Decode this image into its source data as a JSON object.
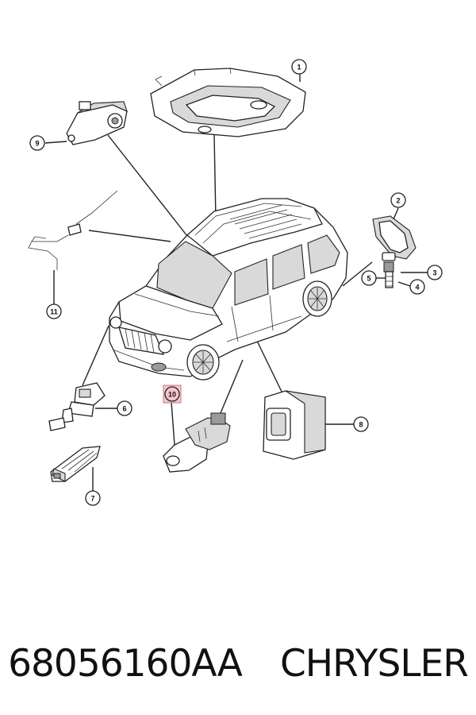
{
  "part_number": "68056160AA",
  "brand": "CHRYSLER",
  "callouts": [
    {
      "label": "1",
      "highlighted": false
    },
    {
      "label": "2",
      "highlighted": false
    },
    {
      "label": "3",
      "highlighted": false
    },
    {
      "label": "4",
      "highlighted": false
    },
    {
      "label": "5",
      "highlighted": false
    },
    {
      "label": "6",
      "highlighted": false
    },
    {
      "label": "7",
      "highlighted": false
    },
    {
      "label": "8",
      "highlighted": false
    },
    {
      "label": "9",
      "highlighted": false
    },
    {
      "label": "10",
      "highlighted": true
    },
    {
      "label": "11",
      "highlighted": false
    }
  ],
  "colors": {
    "highlight_fill": "#f4c6cc",
    "highlight_stroke": "#c87a86",
    "line": "#222222"
  }
}
